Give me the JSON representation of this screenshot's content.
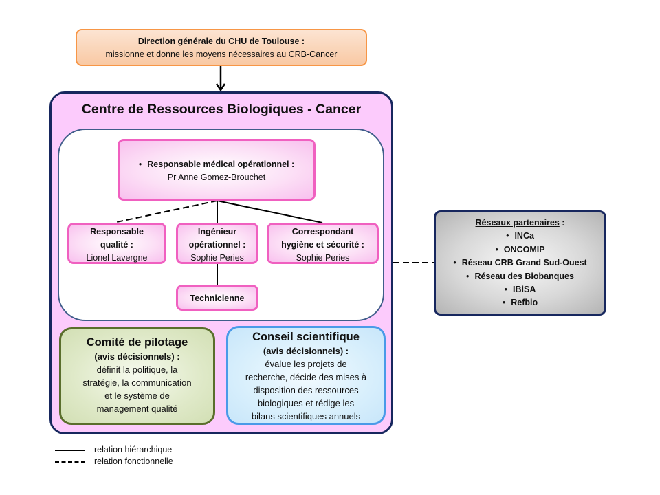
{
  "direction": {
    "title": "Direction générale du CHU de Toulouse :",
    "subtitle": "missionne et donne  les moyens nécessaires au CRB-Cancer",
    "color": "#f79646"
  },
  "crb": {
    "title": "Centre de Ressources Biologiques - Cancer",
    "border_color": "#17275e",
    "fill_color": "#fccbfc"
  },
  "org": {
    "responsable_medical": {
      "role": "Responsable médical opérationnel :",
      "name": "Pr Anne  Gomez-Brouchet"
    },
    "responsable_qualite": {
      "role_line1": "Responsable",
      "role_line2": "qualité :",
      "name": "Lionel Lavergne"
    },
    "ingenieur": {
      "role_line1": "Ingénieur",
      "role_line2": "opérationnel :",
      "name": "Sophie  Peries"
    },
    "hygiene": {
      "role_line1": "Correspondant",
      "role_line2": "hygiène et sécurité :",
      "name": "Sophie  Peries"
    },
    "technicienne": {
      "role": "Technicienne"
    },
    "box_border_color": "#f060c0"
  },
  "comite": {
    "title": "Comité de pilotage",
    "subtitle": "(avis décisionnels) :",
    "lines": [
      "définit la politique, la",
      "stratégie, la communication",
      "et le système de",
      "management  qualité"
    ],
    "border_color": "#5a6e2c"
  },
  "conseil": {
    "title": "Conseil scientifique",
    "subtitle": "(avis décisionnels) :",
    "lines": [
      "évalue les projets de",
      "recherche,  décide des mises à",
      "disposition des ressources",
      "biologiques et rédige les",
      "bilans scientifiques annuels"
    ],
    "border_color": "#4a9ae8"
  },
  "reseaux": {
    "title": "Réseaux partenaires",
    "title_suffix": " :",
    "items": [
      "INCa",
      "ONCOMIP",
      "Réseau CRB Grand Sud-Ouest",
      "Réseau des Biobanques",
      "IBiSA",
      "Refbio"
    ]
  },
  "legend": {
    "items": [
      {
        "style": "solid",
        "label": "relation hiérarchique"
      },
      {
        "style": "dashed",
        "label": "relation fonctionnelle"
      }
    ]
  }
}
